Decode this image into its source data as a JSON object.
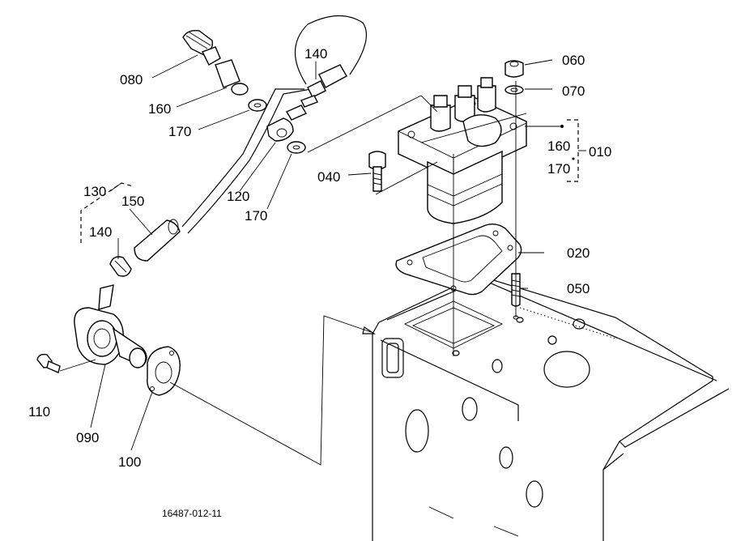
{
  "labels": {
    "p080": "080",
    "p160a": "160",
    "p170a": "170",
    "p140a": "140",
    "p120": "120",
    "p170b": "170",
    "p130": "130",
    "p150": "150",
    "p140b": "140",
    "p110": "110",
    "p090": "090",
    "p100": "100",
    "p060": "060",
    "p070": "070",
    "p160b": "160",
    "p170c": "170",
    "p010": "010",
    "p040": "040",
    "p020": "020",
    "p050": "050"
  },
  "drawing_code": "16487-012-11"
}
